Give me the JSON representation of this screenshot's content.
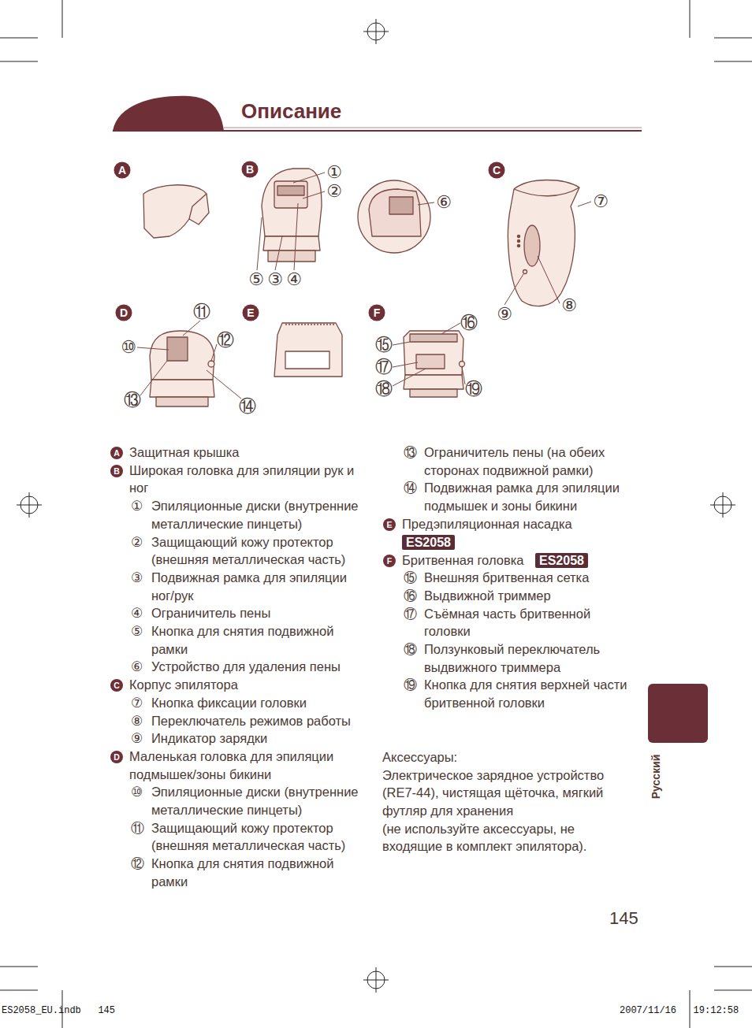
{
  "diagram": {
    "title": "Описание",
    "nodes": [
      {
        "text": [
          "ES2058"
        ]
      },
      {
        "text": [
          "ES2058"
        ]
      }
    ],
    "edges": [],
    "labels": [
      "A",
      "B",
      "①",
      "②",
      "⑥",
      "C",
      "⑦",
      "⑤",
      "③",
      "④",
      "⑨",
      "⑧",
      "D",
      "⑪",
      "⑩",
      "⑫",
      "E",
      "F",
      "⑯",
      "⑮",
      "⑰",
      "⑬",
      "⑭",
      "⑱",
      "⑲",
      "A",
      "Защитная крышка",
      "B",
      "Широкая головка для эпиляции рук и ног",
      "①",
      "Эпиляционные диски (внутренние металлические пинцеты)",
      "②",
      "Защищающий кожу протектор (внешняя металлическая часть)",
      "③",
      "Подвижная рамка для эпиляции ног/рук",
      "④",
      "Ограничитель пены",
      "⑤",
      "Кнопка для снятия подвижной рамки",
      "⑥",
      "Устройство для удаления пены",
      "C",
      "Корпус эпилятора",
      "⑦",
      "Кнопка фиксации головки",
      "⑧",
      "Переключатель режимов работы",
      "⑨",
      "Индикатор зарядки",
      "D",
      "Маленькая головка для эпиляции подмышек/зоны бикини",
      "⑩",
      "Эпиляционные диски (внутренние металлические пинцеты)",
      "⑪",
      "Защищающий кожу протектор (внешняя металлическая часть)",
      "⑫",
      "Кнопка для снятия подвижной рамки",
      "⑬",
      "Ограничитель пены (на обеих сторонах подвижной рамки)",
      "⑭",
      "Подвижная рамка для эпиляции подмышек и зоны бикини",
      "E",
      "Предэпиляционная насадка",
      "F",
      "Бритвенная головка",
      "⑮",
      "Внешняя бритвенная сетка",
      "⑯",
      "Выдвижной триммер",
      "⑰",
      "Съёмная часть бритвенной головки",
      "⑱",
      "Ползунковый переключатель выдвижного триммера",
      "⑲",
      "Кнопка для снятия верхней части бритвенной головки",
      "Аксессуары:",
      "Электрическое зарядное устройство (RE7-44), чистящая щёточка, мягкий футляр для хранения",
      "(не используйте аксессуары, не входящие в комплект эпилятора).",
      "145",
      "Русский",
      "ES2058_EU.indb   145",
      "2007/11/16   19:12:58"
    ]
  }
}
